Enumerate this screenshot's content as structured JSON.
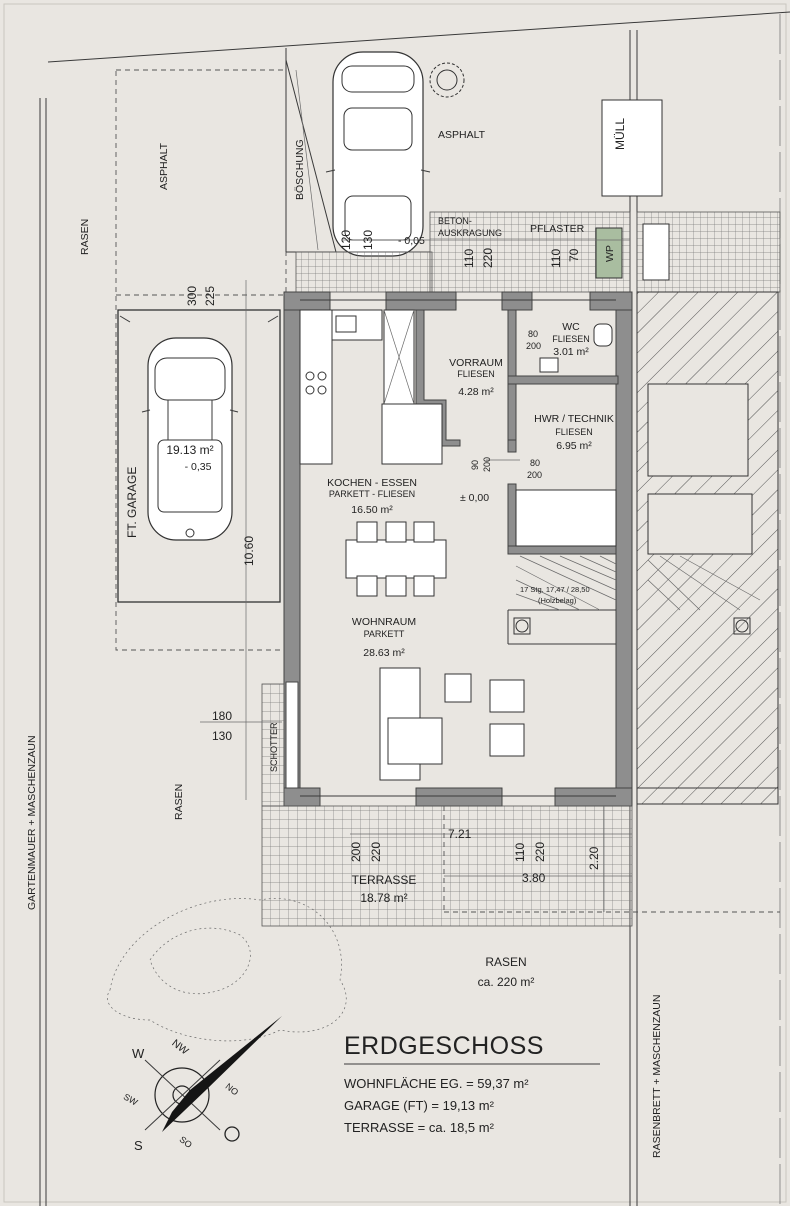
{
  "title": "ERDGESCHOSS",
  "summary": {
    "wohnflaeche": "WOHNFLÄCHE EG. = 59,37 m²",
    "garage": "GARAGE  (FT)  =  19,13 m²",
    "terrasse": "TERRASSE =  ca.  18,5 m²"
  },
  "rooms": {
    "kochen": {
      "name": "KOCHEN - ESSEN",
      "floor": "PARKETT - FLIESEN",
      "area": "16.50 m²"
    },
    "wohnraum": {
      "name": "WOHNRAUM",
      "floor": "PARKETT",
      "area": "28.63 m²"
    },
    "vorraum": {
      "name": "VORRAUM",
      "floor": "FLIESEN",
      "area": "4.28 m²"
    },
    "wc": {
      "name": "WC",
      "floor": "FLIESEN",
      "area": "3.01 m²"
    },
    "hwr": {
      "name": "HWR / TECHNIK",
      "floor": "FLIESEN",
      "area": "6.95 m²"
    },
    "garage": {
      "name": "FT. GARAGE",
      "area": "19.13 m²",
      "level": "- 0,35"
    },
    "terrasse": {
      "name": "TERRASSE",
      "area": "18.78 m²"
    },
    "rasen_main": {
      "name": "RASEN",
      "area": "ca. 220 m²"
    }
  },
  "labels": {
    "asphalt_top": "ASPHALT",
    "asphalt_left": "ASPHALT",
    "boeschung": "BÖSCHUNG",
    "muell": "MÜLL",
    "beton": "BETON-",
    "auskragung": "AUSKRAGUNG",
    "pflaster": "PFLASTER",
    "wp": "WP",
    "rasen_left_top": "RASEN",
    "rasen_left_bottom": "RASEN",
    "schotter": "SCHOTTER",
    "gartenmauer": "GARTENMAUER + MASCHENZAUN",
    "rasenbrett": "RASENBRETT + MASCHENZAUN",
    "level_zero": "± 0,00",
    "level_entry": "- 0,05",
    "stair": "17 Stg. 17,47 / 28,50",
    "stair_material": "(Holzbelag)"
  },
  "dims": {
    "d300": "300",
    "d225": "225",
    "d1060": "10.60",
    "d180": "180",
    "d130": "130",
    "d120": "120",
    "d130b": "130",
    "d110a": "110",
    "d220a": "220",
    "d110b": "110",
    "d70": "70",
    "d80a": "80",
    "d200a": "200",
    "d90": "90",
    "d200b": "200",
    "d80b": "80",
    "d200c": "200",
    "d200t": "200",
    "d220t": "220",
    "d110t": "110",
    "d220t2": "220",
    "d721": "7.21",
    "d380": "3.80",
    "d220v": "2.20"
  },
  "compass": {
    "w": "W",
    "nw": "NW",
    "sw": "SW",
    "s": "S",
    "so": "SO",
    "no": "NO"
  }
}
